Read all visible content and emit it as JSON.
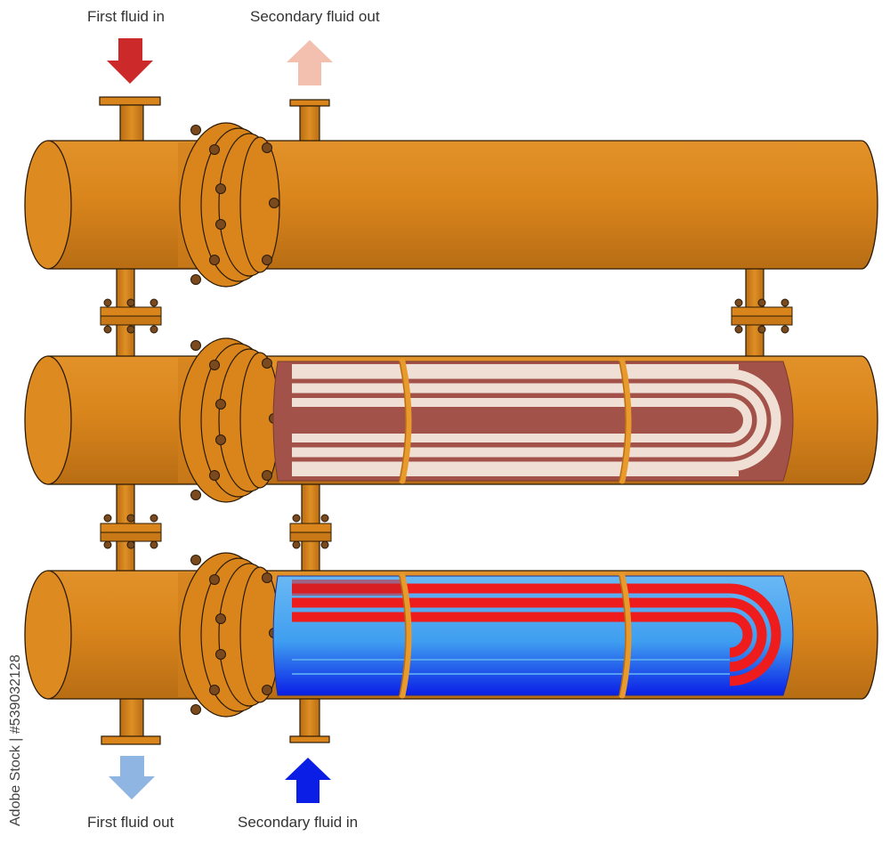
{
  "labels": {
    "first_in": "First fluid in",
    "secondary_out": "Secondary fluid out",
    "first_out": "First fluid out",
    "secondary_in": "Secondary fluid in"
  },
  "side_credit": "Adobe Stock | #539032128",
  "arrows": {
    "first_in": {
      "color": "#cc2a2a",
      "direction": "down"
    },
    "secondary_out": {
      "color": "#f3bfae",
      "direction": "up"
    },
    "first_out": {
      "color": "#8fb5e3",
      "direction": "down"
    },
    "secondary_in": {
      "color": "#0a1ee6",
      "direction": "up"
    }
  },
  "colors": {
    "shell": "#d9851c",
    "shell_dark": "#b86d14",
    "outline": "#2b1a05",
    "bolt": "#7a4a1e",
    "tubes_plain": "#efdfd4",
    "tube_gap_plain": "#a3524a",
    "hot": "#ee1c1c",
    "warm": "#f4a8a0",
    "cool_fluid": "#58aef0",
    "cold_fluid": "#0a1ee6"
  },
  "exchangers": [
    {
      "name": "top-exchanger",
      "interior": "closed"
    },
    {
      "name": "middle-exchanger",
      "interior": "tube-bundle"
    },
    {
      "name": "bottom-exchanger",
      "interior": "fluid-temperature"
    }
  ]
}
